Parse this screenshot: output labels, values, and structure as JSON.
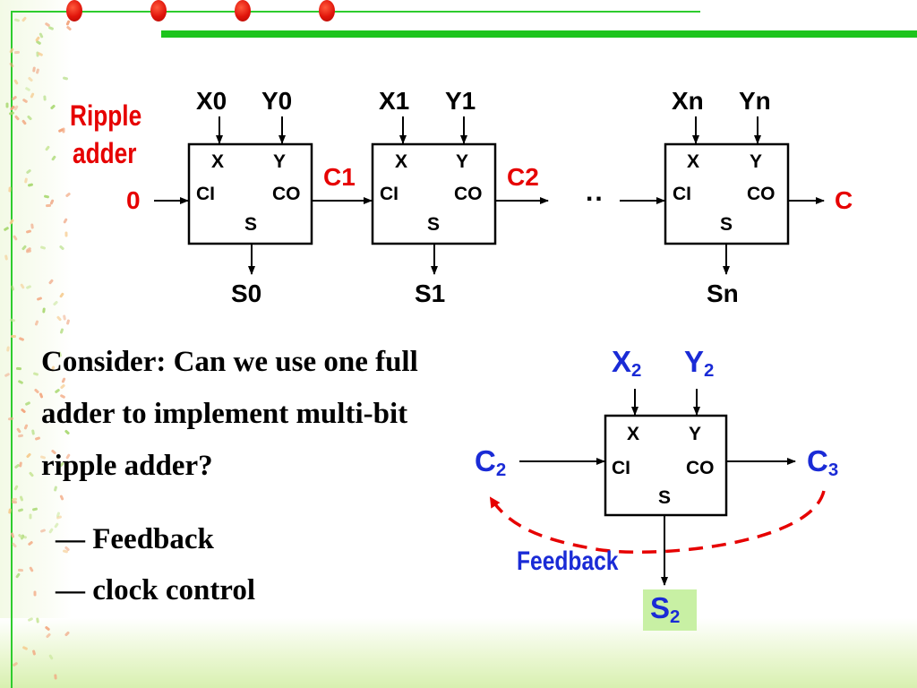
{
  "top_diagram": {
    "title_line1": "Ripple",
    "title_line2": "adder",
    "carry_in": "0",
    "carry_out": "C",
    "ellipsis": "..",
    "adders": [
      {
        "x_input": "X0",
        "y_input": "Y0",
        "sum_output": "S0",
        "carry_label": "C1"
      },
      {
        "x_input": "X1",
        "y_input": "Y1",
        "sum_output": "S1",
        "carry_label": "C2"
      },
      {
        "x_input": "Xn",
        "y_input": "Yn",
        "sum_output": "Sn",
        "carry_label": ""
      }
    ],
    "port_labels": {
      "x": "X",
      "y": "Y",
      "ci": "CI",
      "co": "CO",
      "s": "S"
    }
  },
  "text": {
    "question_line1": "Consider: Can we use one full",
    "question_line2": "adder to implement multi-bit",
    "question_line3": "ripple adder?",
    "bullet1": "— Feedback",
    "bullet2": "— clock control"
  },
  "bottom_diagram": {
    "x_input": "X",
    "x_sub": "2",
    "y_input": "Y",
    "y_sub": "2",
    "carry_in": "C",
    "carry_in_sub": "2",
    "carry_out": "C",
    "carry_out_sub": "3",
    "sum_output": "S",
    "sum_sub": "2",
    "feedback_label": "Feedback",
    "port_labels": {
      "x": "X",
      "y": "Y",
      "ci": "CI",
      "co": "CO",
      "s": "S"
    }
  },
  "colors": {
    "red": "#e60000",
    "blue": "#1a2bd6",
    "green": "#1dc41d",
    "sum_highlight": "#c8f0a4"
  }
}
